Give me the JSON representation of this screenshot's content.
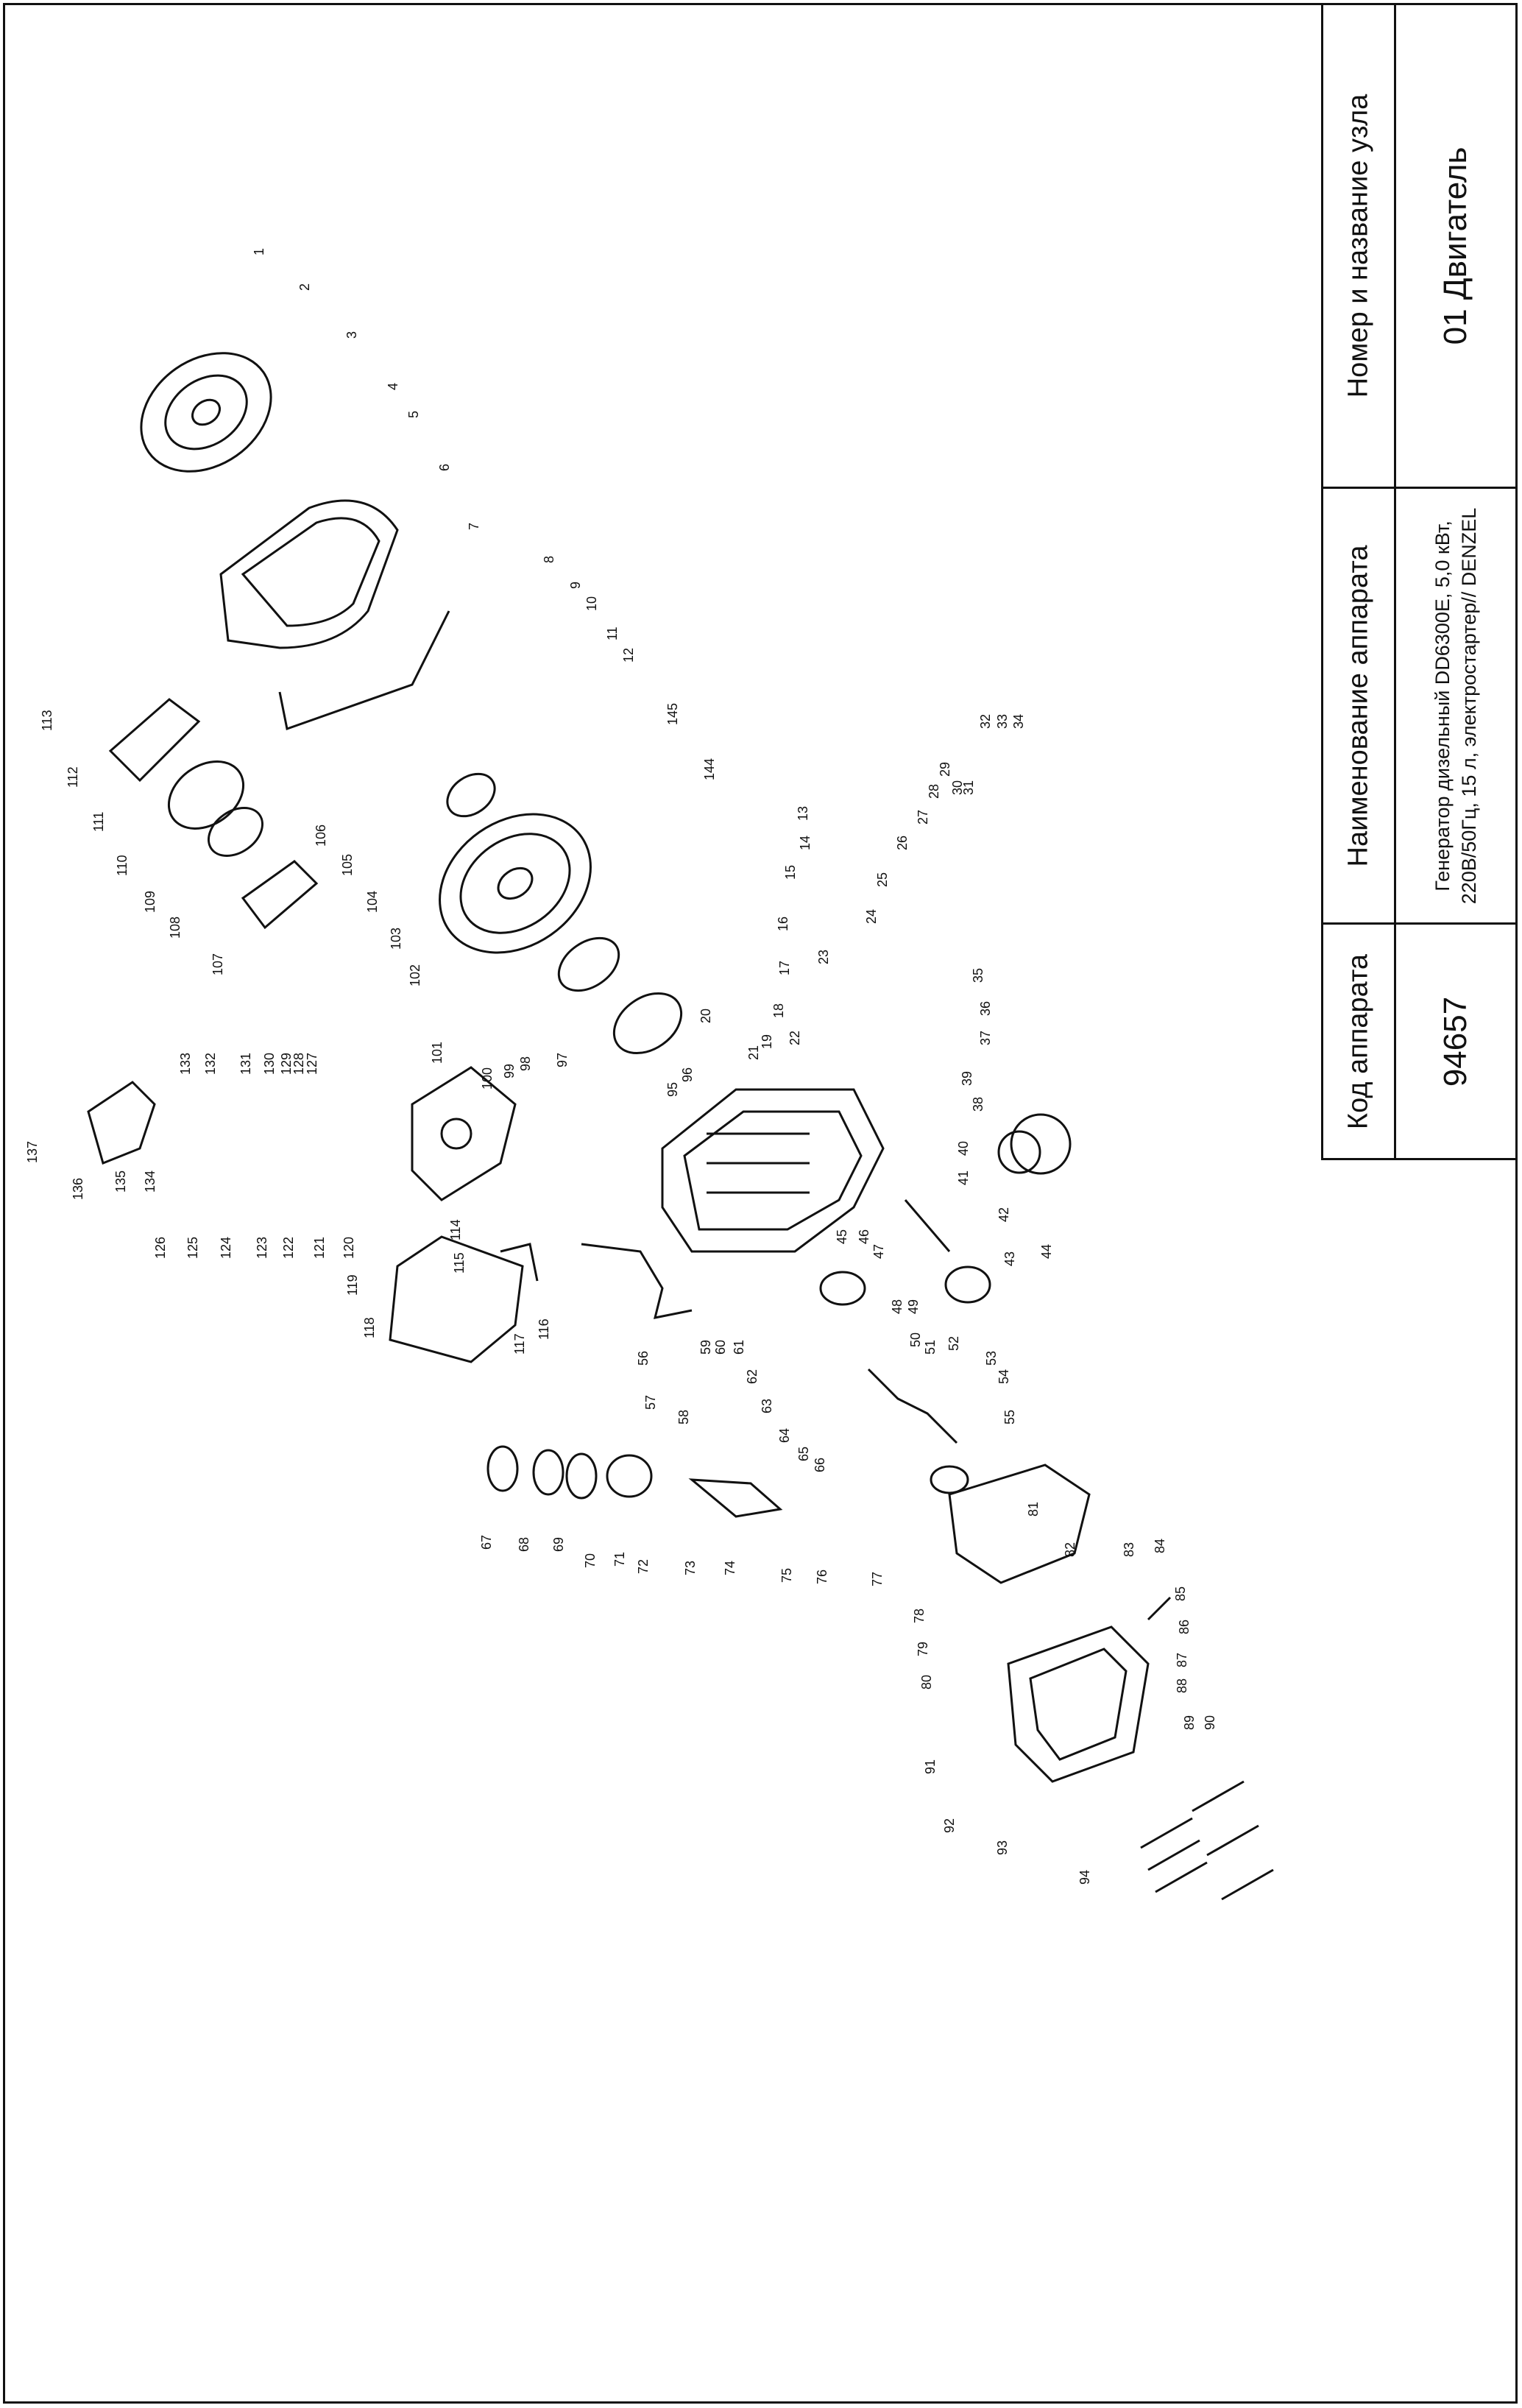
{
  "title_block": {
    "code_header": "Код аппарата",
    "code_value": "94657",
    "device_header": "Наименование аппарата",
    "device_value": "Генератор дизельный DD6300E, 5,0 кВт, 220В/50Гц, 15 л, электростартер// DENZEL",
    "unit_header": "Номер и название узла",
    "unit_value": "01 Двигатель"
  },
  "callouts": [
    "1",
    "2",
    "3",
    "4",
    "5",
    "6",
    "7",
    "8",
    "9",
    "10",
    "11",
    "12",
    "13",
    "14",
    "15",
    "16",
    "17",
    "18",
    "19",
    "20",
    "21",
    "22",
    "23",
    "24",
    "25",
    "26",
    "27",
    "28",
    "29",
    "30",
    "31",
    "32",
    "33",
    "34",
    "35",
    "36",
    "37",
    "38",
    "39",
    "40",
    "41",
    "42",
    "43",
    "44",
    "45",
    "46",
    "47",
    "48",
    "49",
    "50",
    "51",
    "52",
    "53",
    "54",
    "55",
    "56",
    "57",
    "58",
    "59",
    "60",
    "61",
    "62",
    "63",
    "64",
    "65",
    "66",
    "67",
    "68",
    "69",
    "70",
    "71",
    "72",
    "73",
    "74",
    "75",
    "76",
    "77",
    "78",
    "79",
    "80",
    "81",
    "82",
    "83",
    "84",
    "85",
    "86",
    "87",
    "88",
    "89",
    "90",
    "91",
    "92",
    "93",
    "94",
    "95",
    "96",
    "97",
    "98",
    "99",
    "100",
    "101",
    "102",
    "103",
    "104",
    "105",
    "106",
    "107",
    "108",
    "109",
    "110",
    "111",
    "112",
    "113",
    "114",
    "115",
    "116",
    "117",
    "118",
    "119",
    "120",
    "121",
    "122",
    "123",
    "124",
    "125",
    "126",
    "127",
    "128",
    "129",
    "130",
    "131",
    "132",
    "133",
    "134",
    "135",
    "136",
    "137",
    "144",
    "145"
  ]
}
